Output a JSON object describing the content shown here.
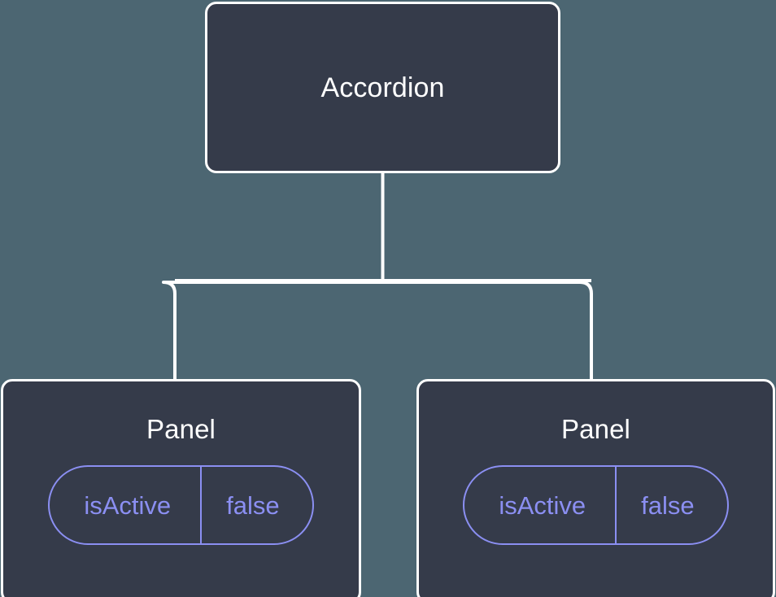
{
  "diagram": {
    "type": "component-tree",
    "background_color": "#4c6672",
    "node_fill_color": "#353b4a",
    "node_border_color": "#ffffff",
    "connector_color": "#ffffff",
    "accent_color": "#8b8ff2",
    "root": {
      "label": "Accordion"
    },
    "children": [
      {
        "label": "Panel",
        "state": {
          "key": "isActive",
          "value": "false"
        }
      },
      {
        "label": "Panel",
        "state": {
          "key": "isActive",
          "value": "false"
        }
      }
    ]
  }
}
